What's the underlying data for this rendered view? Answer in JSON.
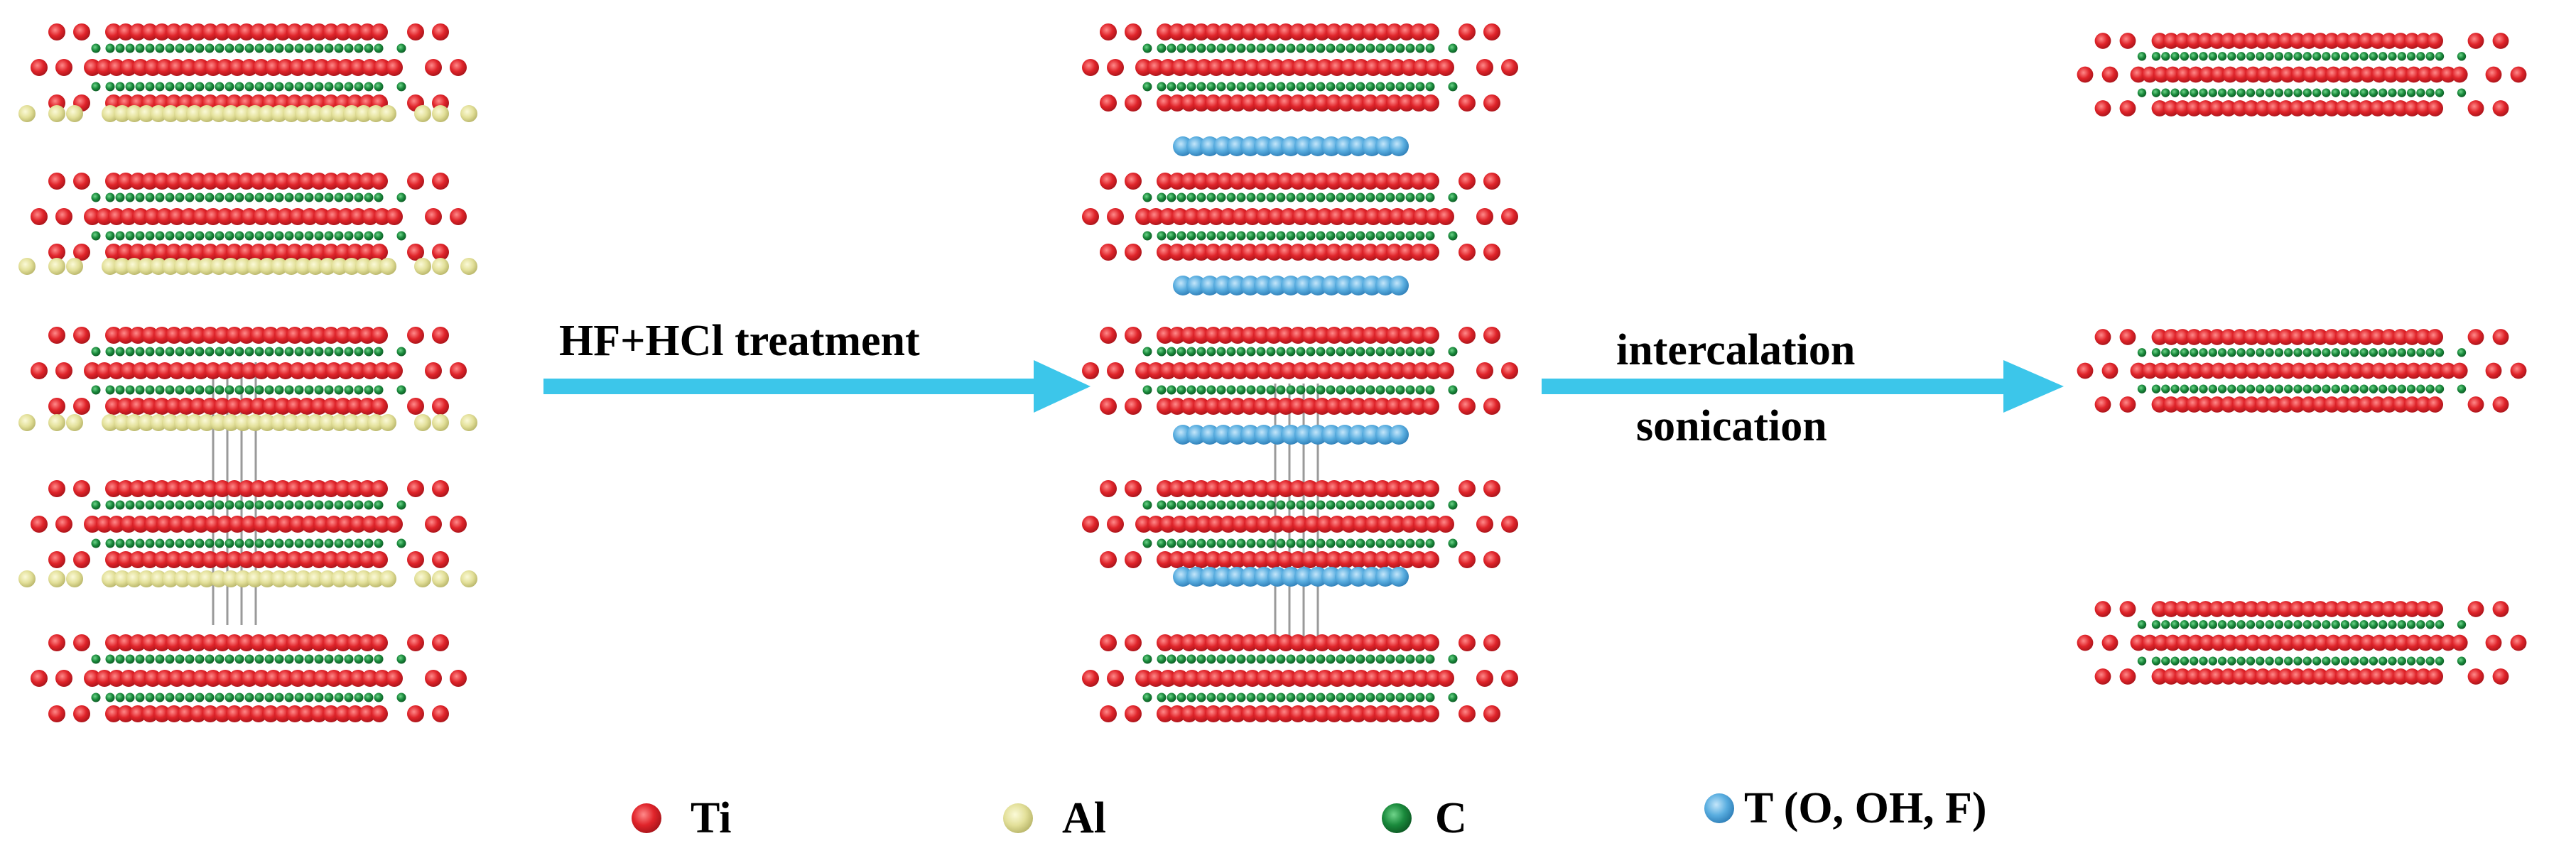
{
  "colors": {
    "ti": "#e0242a",
    "al": "#e3e09a",
    "c": "#1a8a3c",
    "t": "#5aaee0",
    "arrow": "#3cc6ea",
    "bond": "#9a9a9a"
  },
  "steps": [
    {
      "label": "HF+HCl treatment"
    },
    {
      "label": "intercalation"
    },
    {
      "label": "sonication"
    }
  ],
  "legend": [
    {
      "key": "ti",
      "label": "Ti",
      "icon": "red-atom-icon"
    },
    {
      "key": "al",
      "label": "Al",
      "icon": "yellow-atom-icon"
    },
    {
      "key": "c",
      "label": "C",
      "icon": "green-atom-icon"
    },
    {
      "key": "t",
      "label": "T (O, OH, F)",
      "icon": "blue-atom-icon"
    }
  ]
}
